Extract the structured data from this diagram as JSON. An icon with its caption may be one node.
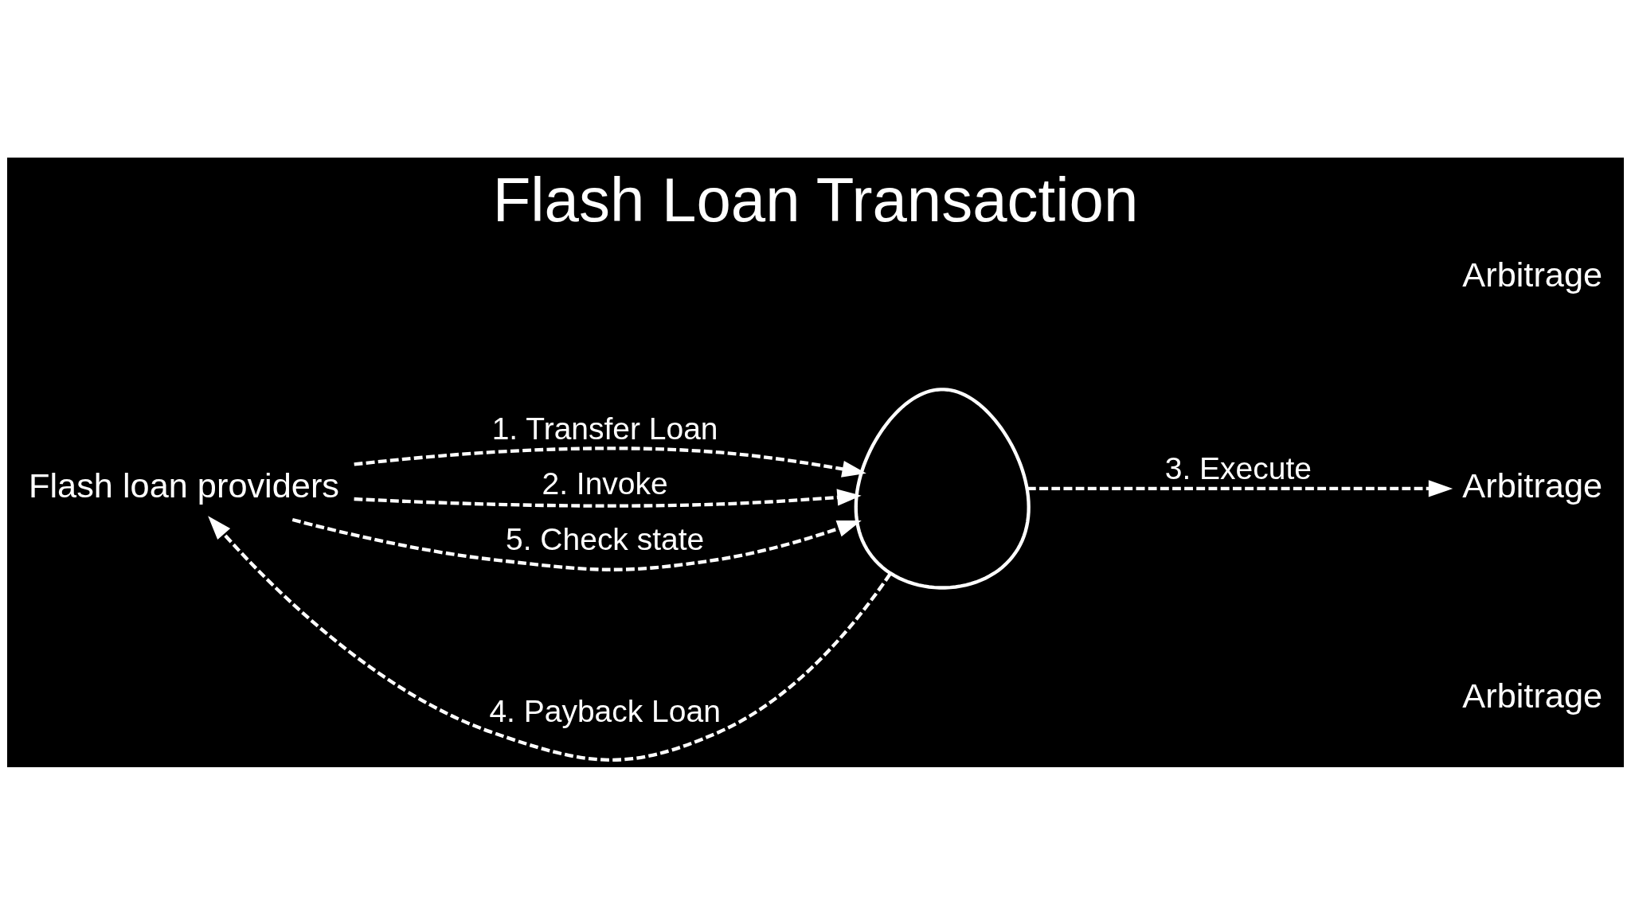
{
  "diagram": {
    "title": "Flash Loan Transaction",
    "nodes": [
      {
        "text": [
          "Flash loan providers"
        ]
      },
      {
        "text": [],
        "shape": "person"
      },
      {
        "text": [
          "Arbitrage"
        ]
      },
      {
        "text": [
          "Arbitrage"
        ]
      },
      {
        "text": [
          "Arbitrage"
        ]
      }
    ],
    "edges": [
      {
        "from": 0,
        "to": 1,
        "label": "1. Transfer Loan",
        "arrow": "to",
        "style": "dashed"
      },
      {
        "from": 0,
        "to": 1,
        "label": "2. Invoke",
        "arrow": "to",
        "style": "dashed"
      },
      {
        "from": 1,
        "to": 3,
        "label": "3. Execute",
        "arrow": "to",
        "style": "dashed"
      },
      {
        "from": 1,
        "to": 0,
        "label": "4. Payback Loan",
        "arrow": "to",
        "style": "dashed"
      },
      {
        "from": 0,
        "to": 1,
        "label": "5. Check state",
        "arrow": "to",
        "style": "dashed"
      }
    ]
  }
}
